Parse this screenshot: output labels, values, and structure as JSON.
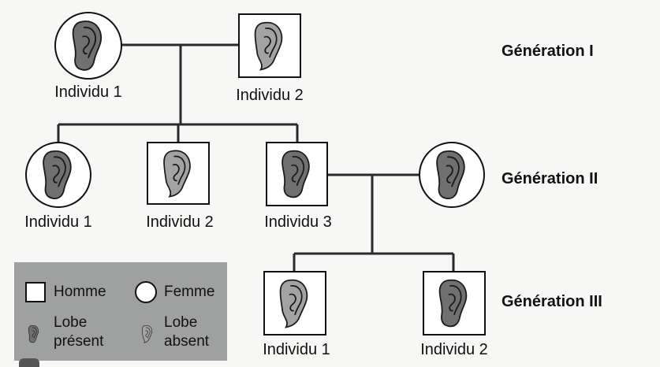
{
  "generations": {
    "g1": "Génération I",
    "g2": "Génération II",
    "g3": "Génération III"
  },
  "individuals": {
    "g1_i1": {
      "label": "Individu 1",
      "sex": "femme",
      "lobe": "présent"
    },
    "g1_i2": {
      "label": "Individu 2",
      "sex": "homme",
      "lobe": "absent"
    },
    "g2_i1": {
      "label": "Individu 1",
      "sex": "femme",
      "lobe": "présent"
    },
    "g2_i2": {
      "label": "Individu 2",
      "sex": "homme",
      "lobe": "absent"
    },
    "g2_i3": {
      "label": "Individu 3",
      "sex": "homme",
      "lobe": "présent"
    },
    "g2_spouse": {
      "label": "",
      "sex": "femme",
      "lobe": "présent"
    },
    "g3_i1": {
      "label": "Individu 1",
      "sex": "homme",
      "lobe": "absent"
    },
    "g3_i2": {
      "label": "Individu 2",
      "sex": "homme",
      "lobe": "présent"
    }
  },
  "legend": {
    "homme": "Homme",
    "femme": "Femme",
    "lobe_present_1": "Lobe",
    "lobe_present_2": "présent",
    "lobe_absent_1": "Lobe",
    "lobe_absent_2": "absent"
  },
  "colors": {
    "lobe_present": "#707070",
    "lobe_absent": "#a3a3a3",
    "line": "#2a2a2a",
    "legend_bg": "#9fa0a0"
  }
}
